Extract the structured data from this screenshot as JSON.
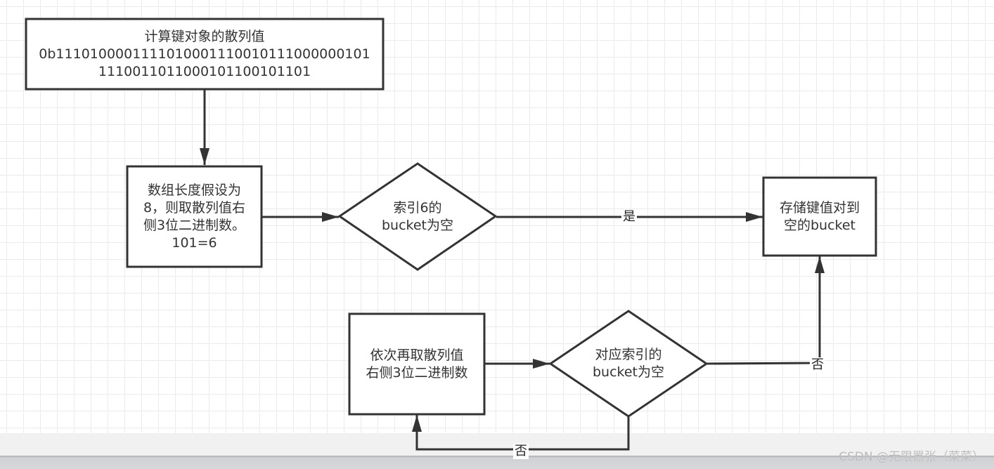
{
  "diagram": {
    "nodes": {
      "compute_hash": {
        "shape": "rectangle",
        "lines": [
          "计算键对象的散列值",
          "0b1110100001111010001110010111000000101",
          "1110011011000101100101101"
        ]
      },
      "take_bits": {
        "shape": "rectangle",
        "lines": [
          "数组长度假设为",
          "8，则取散列值右",
          "侧3位二进制数。",
          "101=6"
        ]
      },
      "check_index6": {
        "shape": "diamond",
        "lines": [
          "索引6的",
          "bucket为空"
        ]
      },
      "store": {
        "shape": "rectangle",
        "lines": [
          "存储键值对到",
          "空的bucket"
        ]
      },
      "next_bits": {
        "shape": "rectangle",
        "lines": [
          "依次再取散列值",
          "右侧3位二进制数"
        ]
      },
      "check_index": {
        "shape": "diamond",
        "lines": [
          "对应索引的",
          "bucket为空"
        ]
      }
    },
    "edges": [
      {
        "from": "compute_hash",
        "to": "take_bits",
        "label": ""
      },
      {
        "from": "take_bits",
        "to": "check_index6",
        "label": ""
      },
      {
        "from": "check_index6",
        "to": "store",
        "label": "是"
      },
      {
        "from": "next_bits",
        "to": "check_index",
        "label": ""
      },
      {
        "from": "check_index",
        "to": "store",
        "label": "否"
      },
      {
        "from": "check_index",
        "to": "next_bits",
        "label": "否"
      }
    ],
    "colors": {
      "stroke": "#333333",
      "fill": "#ffffff",
      "grid": "#ebebeb",
      "text": "#333333"
    }
  },
  "watermark": "CSDN @无限嚣张（菜菜）"
}
